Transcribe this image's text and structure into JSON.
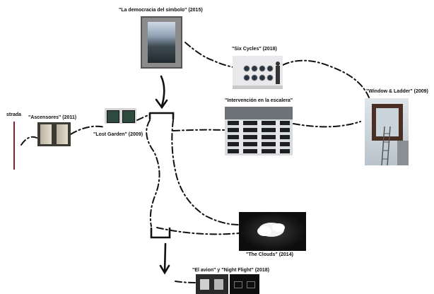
{
  "entrance_label": "strada",
  "works": [
    {
      "id": "democracia",
      "title": "\"La democracia del símbolo\" (2015)"
    },
    {
      "id": "six_cycles",
      "title": "\"Six Cycles\" (2018)"
    },
    {
      "id": "window_ladder",
      "title": "\"Window & Ladder\" (2009)"
    },
    {
      "id": "intervencion",
      "title": "\"Intervención en la escalera\""
    },
    {
      "id": "ascensores",
      "title": "\"Ascensores\" (2011)"
    },
    {
      "id": "lost_garden",
      "title": "\"Lost Garden\" (2009)"
    },
    {
      "id": "clouds",
      "title": "\"The Clouds\" (2014)"
    },
    {
      "id": "avion",
      "title": "\"El avion\" y \"Night Flight\" (2018)"
    }
  ],
  "photo_subjects": {
    "democracia": "framed-cityscape-photo",
    "six_cycles": "wall-with-round-portholes-and-visitor",
    "window_ladder": "window-frame-with-ladder",
    "intervencion": "staircase-installation",
    "ascensores": "elevator-doors",
    "lost_garden": "two-window-panels",
    "clouds": "cloud-in-dark-room",
    "avion": "two-dark-panels"
  }
}
